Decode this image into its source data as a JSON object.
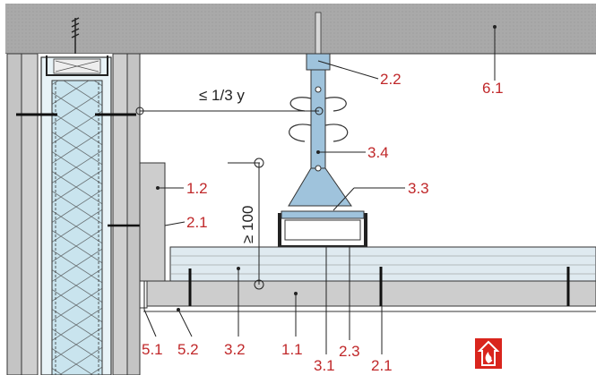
{
  "callouts": {
    "c_2_2": "2.2",
    "c_6_1": "6.1",
    "c_3_4": "3.4",
    "c_1_2": "1.2",
    "c_3_3": "3.3",
    "c_2_1a": "2.1",
    "c_5_1": "5.1",
    "c_5_2": "5.2",
    "c_3_2": "3.2",
    "c_1_1": "1.1",
    "c_3_1": "3.1",
    "c_2_3": "2.3",
    "c_2_1b": "2.1"
  },
  "dimensions": {
    "spacing": "≤  1/3 y",
    "height": "≥ 100"
  },
  "icons": {
    "fire": "fire-protection-icon"
  },
  "colors": {
    "callout": "#c0282a",
    "ceiling": "#a8a8a8",
    "board": "#c8c8c8",
    "metal": "#9fc3dc",
    "insulation": "#c9e4ee",
    "fire_badge": "#d9251d"
  }
}
